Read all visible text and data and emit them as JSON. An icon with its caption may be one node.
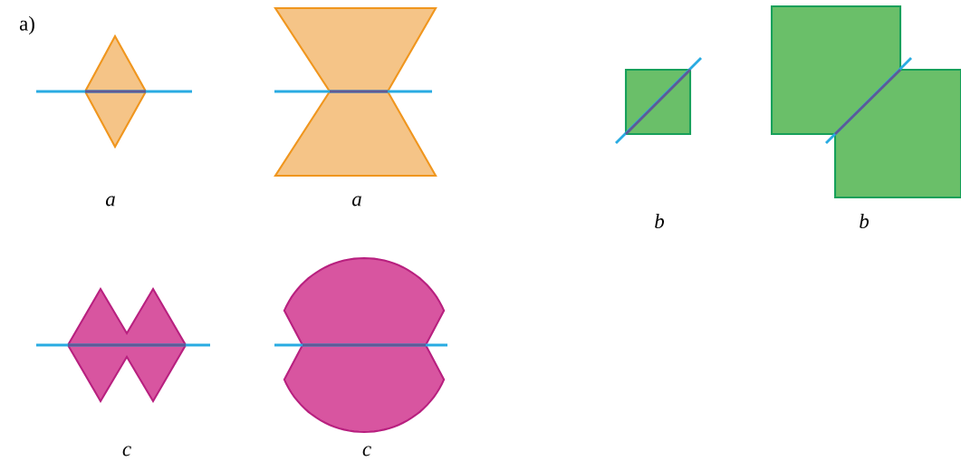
{
  "diagram": {
    "labels": [
      "a)",
      "a",
      "a",
      "b",
      "b",
      "c",
      "c"
    ]
  }
}
